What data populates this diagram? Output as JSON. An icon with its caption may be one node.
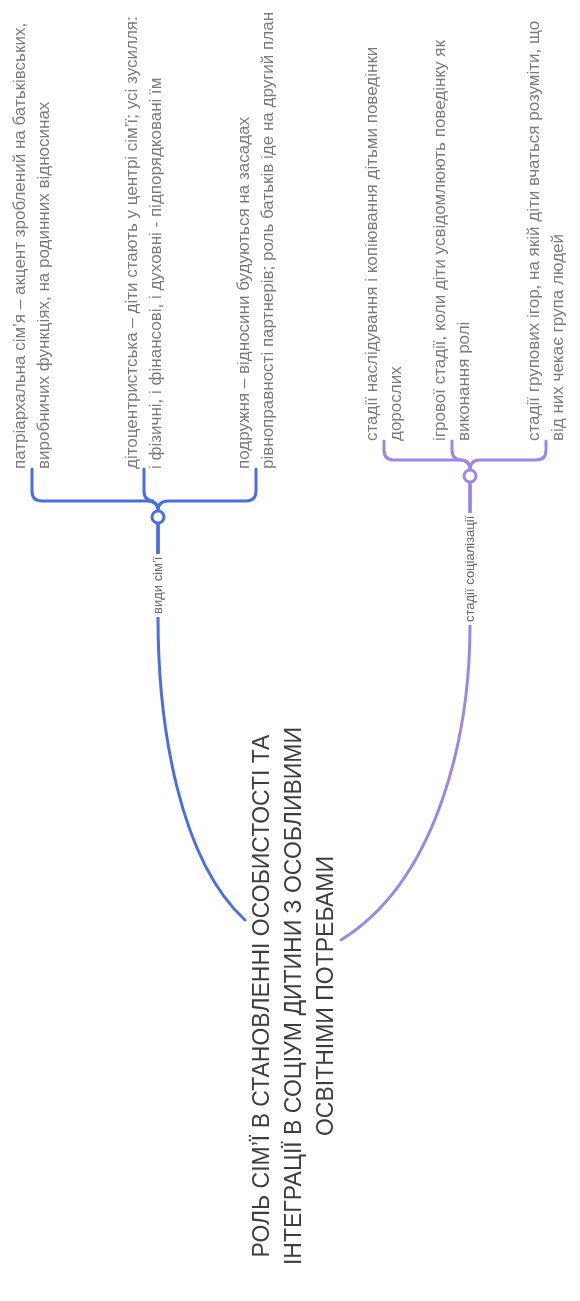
{
  "diagram": {
    "nodes": [
      {
        "text": [
          "РОЛЬ СІМ’Ї В СТАНОВЛЕННІ ОСОБИСТОСТІ ТА ІНТЕГРАЦІЇ В СОЦІУМ ДИТИНИ З ОСОБЛИВИМИ ОСВІТНІМИ ПОТРЕБАМИ"
        ]
      },
      {
        "text": [
          "види сім’ї"
        ]
      },
      {
        "text": [
          "патріархальна сім’я – акцент зроблений на батьківських, виробничих функціях, на родинних відносинах"
        ]
      },
      {
        "text": [
          "дітоцентристська – діти стають у центрі сім’ї; усі зусилля: і фізичні, і фінансові, і духовні - підпорядковані їм"
        ]
      },
      {
        "text": [
          "подружня – відносини будуються на засадах рівноправності партнерів; роль батьків іде на другий план"
        ]
      },
      {
        "text": [
          "стадії соціалізації"
        ]
      },
      {
        "text": [
          "стадії наслідування і копіювання дітьми поведінки дорослих"
        ]
      },
      {
        "text": [
          "ігрової стадії, коли діти усвідомлюють поведінку як виконання ролі"
        ]
      },
      {
        "text": [
          "стадії групових ігор, на якій діти вчаться розуміти, що від них чекає група людей"
        ]
      }
    ],
    "edges": [
      {
        "from": 0,
        "to": 1,
        "arrow": "none",
        "color": "#4a6ee0"
      },
      {
        "from": 1,
        "to": 2,
        "arrow": "none",
        "color": "#4a6ee0"
      },
      {
        "from": 1,
        "to": 3,
        "arrow": "none",
        "color": "#4a6ee0"
      },
      {
        "from": 1,
        "to": 4,
        "arrow": "none",
        "color": "#4a6ee0"
      },
      {
        "from": 0,
        "to": 5,
        "arrow": "none",
        "color": "#9b87e8"
      },
      {
        "from": 5,
        "to": 6,
        "arrow": "none",
        "color": "#9b87e8"
      },
      {
        "from": 5,
        "to": 7,
        "arrow": "none",
        "color": "#9b87e8"
      },
      {
        "from": 5,
        "to": 8,
        "arrow": "none",
        "color": "#9b87e8"
      }
    ]
  }
}
